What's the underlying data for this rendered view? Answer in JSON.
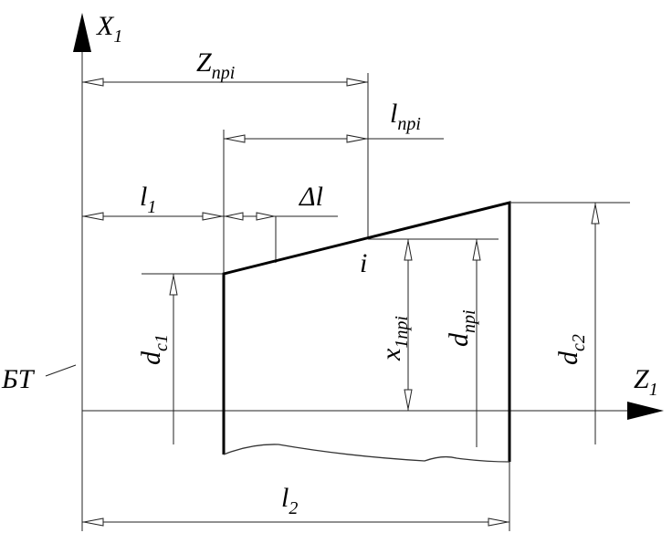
{
  "axes": {
    "x_axis": {
      "main": "X",
      "sub": "1"
    },
    "z_axis": {
      "main": "Z",
      "sub": "1"
    }
  },
  "labels": {
    "z_npi": {
      "main": "Z",
      "sub": "npi"
    },
    "l_npi": {
      "main": "l",
      "sub": "npi"
    },
    "l1": {
      "main": "l",
      "sub": "1"
    },
    "delta_l": {
      "main": "Δl"
    },
    "point_i": {
      "main": "i"
    },
    "d_c1": {
      "main": "d",
      "sub": "c1"
    },
    "x_1npi": {
      "main": "x",
      "sub": "1npi"
    },
    "d_npi": {
      "main": "d",
      "sub": "npi"
    },
    "d_c2": {
      "main": "d",
      "sub": "c2"
    },
    "bt": {
      "main": "БТ"
    },
    "l2": {
      "main": "l",
      "sub": "2"
    }
  }
}
